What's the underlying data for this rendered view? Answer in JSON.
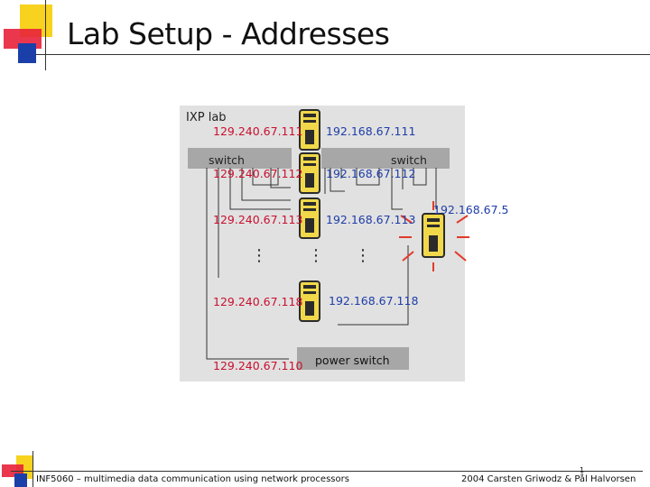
{
  "slide": {
    "title": "Lab Setup - Addresses"
  },
  "diagram": {
    "lab_label": "IXP lab",
    "switch_left_label": "switch",
    "switch_right_label": "switch",
    "power_switch_label": "power switch",
    "dots": "⋮",
    "hosts": [
      {
        "left_ip": "129.240.67.111",
        "right_ip": "192.168.67.111"
      },
      {
        "left_ip": "129.240.67.112",
        "right_ip": "192.168.67.112"
      },
      {
        "left_ip": "129.240.67.113",
        "right_ip": "192.168.67.113"
      },
      {
        "left_ip": "129.240.67.118",
        "right_ip": "192.168.67.118"
      }
    ],
    "power_ip": "129.240.67.110",
    "router_ip": "192.168.67.5",
    "colors": {
      "left_ip": "#c8102e",
      "right_ip": "#1e3da8",
      "panel": "#e1e1e1",
      "switch_bar": "#a7a7a7"
    }
  },
  "footer": {
    "left": "INF5060 – multimedia data communication using network processors",
    "right": "2004 Carsten Griwodz & Pål Halvorsen",
    "page": "1"
  }
}
